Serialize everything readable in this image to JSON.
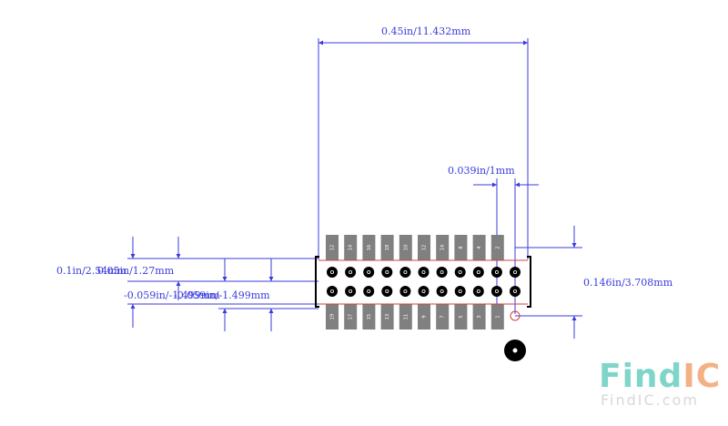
{
  "colors": {
    "dimension": "#3b3bdc",
    "pad": "#808080",
    "pin_circle": "#000000",
    "pin_label": "#ffffff",
    "outline": "#000000",
    "keepout": "#d04040",
    "watermark_teal": "#7fd6c8",
    "watermark_orange": "#f4b183",
    "watermark_small": "#d8d8d8"
  },
  "dimensions": {
    "overall_width": "0.45in/11.432mm",
    "pad_width": "0.039in/1mm",
    "overall_height": "0.146in/3.708mm",
    "row_pitch": "0.1in/2.54mm",
    "pin_pitch": "0.05in/1.27mm",
    "offset_a": "-0.059in/-1.499mm",
    "offset_b": "-0.059in/-1.499mm"
  },
  "pads": {
    "top_row_labels": [
      "12",
      "14",
      "16",
      "18",
      "10",
      "12",
      "14",
      "8",
      "4",
      "2"
    ],
    "bottom_row_labels": [
      "19",
      "17",
      "15",
      "13",
      "11",
      "9",
      "7",
      "5",
      "3",
      "1"
    ]
  },
  "watermark": {
    "find": "Find",
    "ic": "IC",
    "url": "FindIC.com"
  }
}
